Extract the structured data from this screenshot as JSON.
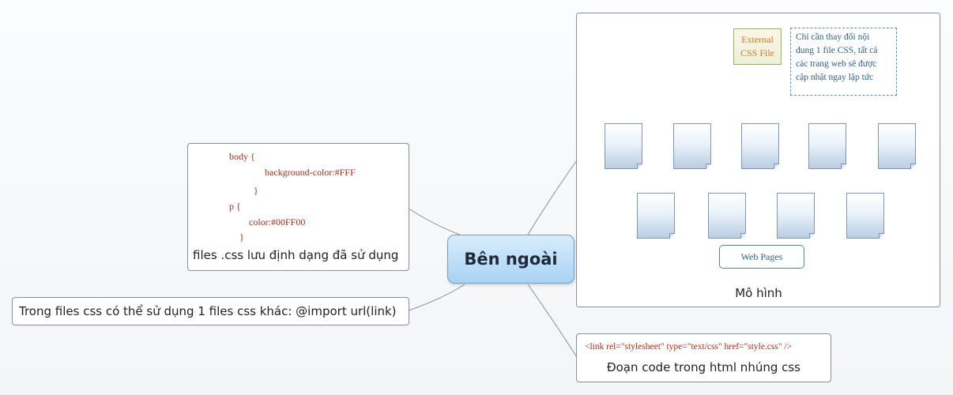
{
  "center": {
    "label": "Bên ngoài"
  },
  "css_file_node": {
    "code_lines": [
      "body {",
      "background-color:#FFF",
      "}",
      "p {",
      "color:#00FF00",
      "}"
    ],
    "caption": "files .css lưu định dạng đã sử dụng"
  },
  "import_node": {
    "text": "Trong files css có thể sử dụng 1 files css khác: @import url(link)"
  },
  "model_node": {
    "external_file": [
      "External",
      "CSS File"
    ],
    "note_lines": [
      "Chỉ cần thay đổi nội",
      "dung 1 file CSS, tất cả",
      "các trang web sẽ được",
      "cập nhật ngay lập tức"
    ],
    "web_pages_label": "Web Pages",
    "caption": "Mô hình"
  },
  "link_node": {
    "code": "<link rel=\"stylesheet\" type=\"text/css\" href=\"style.css\" />",
    "caption": "Đoạn code trong html nhúng css"
  },
  "colors": {
    "connector": "#8a8f96",
    "arrow": "#f08a2c",
    "code": "#b02a14",
    "center_fill": "#a9d2f4"
  }
}
